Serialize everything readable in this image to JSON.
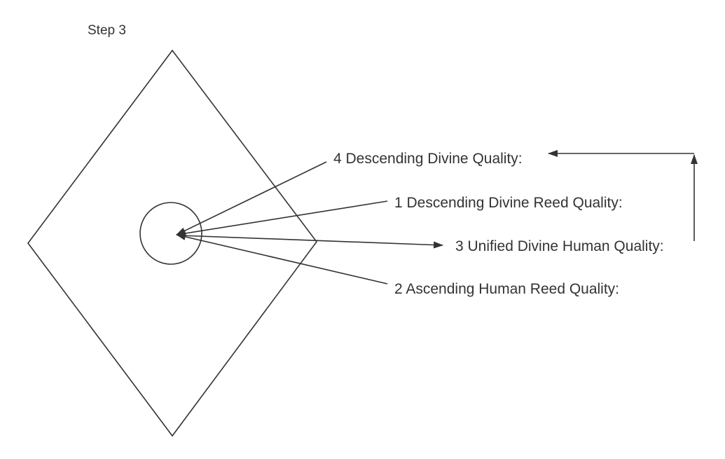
{
  "title": "Step 3",
  "labels": {
    "descending_divine": "4 Descending Divine Quality:",
    "descending_divine_reed": "1 Descending Divine Reed Quality:",
    "unified_divine_human": "3 Unified Divine Human Quality:",
    "ascending_human_reed": "2 Ascending Human Reed Quality:"
  },
  "colors": {
    "stroke": "#333333",
    "background": "#ffffff"
  }
}
